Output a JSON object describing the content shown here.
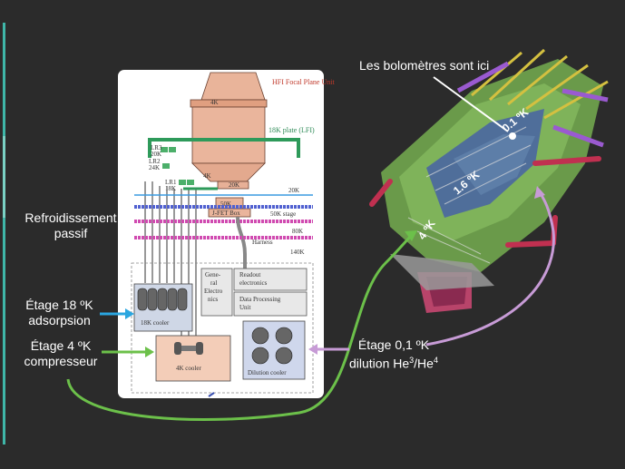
{
  "diagram": {
    "title_red": "HFI Focal Plane Unit",
    "plate_label": "18K plate (LFI)",
    "unit_4k": "4K",
    "small_4k": "4K",
    "small_20k": "20K",
    "stage_20k": "20K",
    "box_50k": "50K",
    "jfet_box": "J-FET Box",
    "stage_50k": "50K stage",
    "stage_80k": "80K",
    "harness": "Harness",
    "stage_140k": "140K",
    "lr3": "LR3",
    "lr3_temp": "20K",
    "lr2": "LR2",
    "lr2_temp": "24K",
    "lr1": "LR1",
    "lr1_temp": "18K",
    "general_electronics": [
      "Gene-",
      "ral",
      "Electro",
      "nics"
    ],
    "readout": [
      "Readout",
      "electronics"
    ],
    "dpu": [
      "Data Processing",
      "Unit"
    ],
    "cooler_18k": "18K cooler",
    "cooler_4k": "4K cooler",
    "dilution_cooler": "Dilution cooler"
  },
  "labels": {
    "bolometers": "Les bolomètres sont ici",
    "passive_line1": "Refroidissement",
    "passive_line2": "passif",
    "stage18_line1": "Étage 18 ºK",
    "stage18_line2": "adsorpsion",
    "stage4_line1": "Étage 4 ºK",
    "stage4_line2": "compresseur",
    "stage01_line1": "Étage 0,1 ºK",
    "stage01_line2a": "dilution He",
    "stage01_sup1": "3",
    "stage01_mid": "/He",
    "stage01_sup2": "4"
  },
  "instrument": {
    "temp_01": "0.1 ºK",
    "temp_16": "1.6 ºK",
    "temp_4": "4 ºK"
  },
  "colors": {
    "background": "#2b2b2b",
    "blue_arrow": "#2aa6e0",
    "green_arrow": "#6cc04a",
    "violet_arrow": "#c79bd6",
    "white_arrow": "#ffffff"
  }
}
